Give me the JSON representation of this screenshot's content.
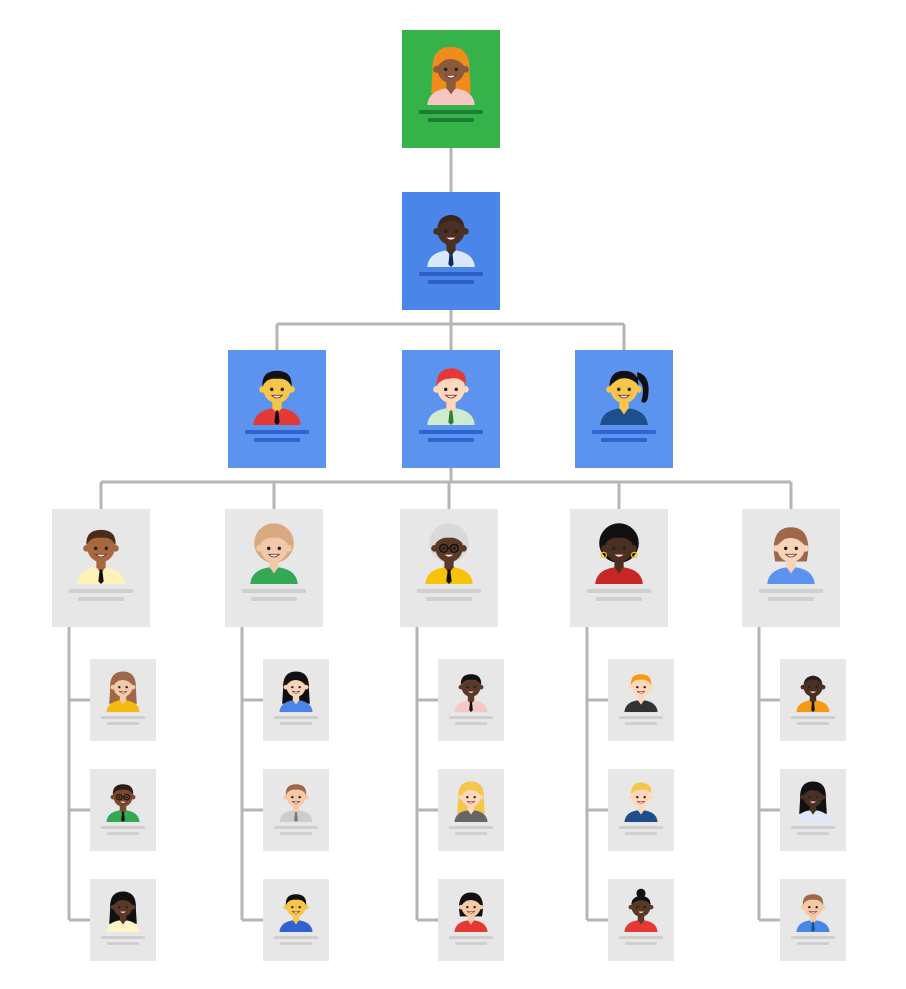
{
  "colors": {
    "line": "#b5b5b5",
    "ceo_card": "#35b34a",
    "ceo_bar": "#1a7f33",
    "exec_card": "#4a86e8",
    "exec_bar": "#2d5fc4",
    "manager_card": "#5b93ef",
    "manager_bar": "#2f63cf",
    "staff_card": "#e7e7e7",
    "staff_bar": "#cfcfcf"
  },
  "org": {
    "ceo": {
      "role": "ceo",
      "avatar": {
        "skin": "#8a5a3b",
        "hair": "#f08c1a",
        "hair_style": "long",
        "shirt": "#f6c7c2",
        "tie": ""
      }
    },
    "exec": {
      "role": "exec",
      "avatar": {
        "skin": "#4a3022",
        "hair": "#2b1d16",
        "hair_style": "bald",
        "shirt": "#dbe7fb",
        "tie": "#0d2a66"
      }
    },
    "managers": [
      {
        "role": "manager",
        "avatar": {
          "skin": "#f6c64a",
          "hair": "#111111",
          "hair_style": "short",
          "shirt": "#e53935",
          "tie": "#111111"
        }
      },
      {
        "role": "manager",
        "avatar": {
          "skin": "#ffd7bd",
          "hair": "#e53935",
          "hair_style": "quiff",
          "shirt": "#cdeccf",
          "tie": "#2e7d32"
        }
      },
      {
        "role": "manager",
        "avatar": {
          "skin": "#f6c64a",
          "hair": "#111111",
          "hair_style": "ponytail",
          "shirt": "#1f4e8c",
          "tie": ""
        }
      }
    ],
    "leads": [
      {
        "avatar": {
          "skin": "#a8673f",
          "hair": "#4a2c1a",
          "hair_style": "short",
          "shirt": "#fff2b8",
          "tie": "#111111"
        },
        "reports": [
          {
            "skin": "#f2c9a8",
            "hair": "#a0684a",
            "hair_style": "long",
            "shirt": "#f6b90f",
            "tie": ""
          },
          {
            "skin": "#7a4a2c",
            "hair": "#2b1d16",
            "hair_style": "short",
            "shirt": "#34a853",
            "tie": "#111111",
            "glasses": true
          },
          {
            "skin": "#5a3a26",
            "hair": "#111111",
            "hair_style": "long",
            "shirt": "#fff3c8",
            "tie": ""
          }
        ]
      },
      {
        "avatar": {
          "skin": "#f2c9a8",
          "hair": "#d9a982",
          "hair_style": "curly",
          "shirt": "#34a853",
          "tie": ""
        },
        "reports": [
          {
            "skin": "#f7d4b8",
            "hair": "#111111",
            "hair_style": "long",
            "shirt": "#4a86e8",
            "tie": ""
          },
          {
            "skin": "#f4c9a6",
            "hair": "#a0684a",
            "hair_style": "short",
            "shirt": "#cccccc",
            "tie": "#777777"
          },
          {
            "skin": "#f6c64a",
            "hair": "#111111",
            "hair_style": "short",
            "shirt": "#2f63cf",
            "tie": ""
          }
        ]
      },
      {
        "avatar": {
          "skin": "#5a3a26",
          "hair": "#d9d9d9",
          "hair_style": "curly",
          "shirt": "#f6c20a",
          "tie": "#111111",
          "glasses": true
        },
        "reports": [
          {
            "skin": "#5a3a26",
            "hair": "#111111",
            "hair_style": "short",
            "shirt": "#f6c7c7",
            "tie": "#111111"
          },
          {
            "skin": "#ffd7bd",
            "hair": "#f6c64a",
            "hair_style": "long",
            "shirt": "#666666",
            "tie": ""
          },
          {
            "skin": "#f4c9a6",
            "hair": "#111111",
            "hair_style": "bob",
            "shirt": "#e53935",
            "tie": ""
          }
        ]
      },
      {
        "avatar": {
          "skin": "#4a3022",
          "hair": "#111111",
          "hair_style": "curly",
          "shirt": "#c62828",
          "tie": "",
          "earrings": true
        },
        "reports": [
          {
            "skin": "#ffd7bd",
            "hair": "#f39c12",
            "hair_style": "short",
            "shirt": "#333333",
            "tie": ""
          },
          {
            "skin": "#ffd7bd",
            "hair": "#f6c64a",
            "hair_style": "quiff",
            "shirt": "#1f4e8c",
            "tie": ""
          },
          {
            "skin": "#5a3a26",
            "hair": "#111111",
            "hair_style": "bun",
            "shirt": "#e53935",
            "tie": ""
          }
        ]
      },
      {
        "avatar": {
          "skin": "#f7d4b8",
          "hair": "#a0684a",
          "hair_style": "bob",
          "shirt": "#5b93ef",
          "tie": ""
        },
        "reports": [
          {
            "skin": "#4a3022",
            "hair": "#111111",
            "hair_style": "bald",
            "shirt": "#f39c12",
            "tie": "#111111"
          },
          {
            "skin": "#4a3022",
            "hair": "#111111",
            "hair_style": "long",
            "shirt": "#dde8f8",
            "tie": ""
          },
          {
            "skin": "#f4c9a6",
            "hair": "#a0684a",
            "hair_style": "short",
            "shirt": "#4a86e8",
            "tie": "#1f4e8c"
          }
        ]
      }
    ]
  }
}
